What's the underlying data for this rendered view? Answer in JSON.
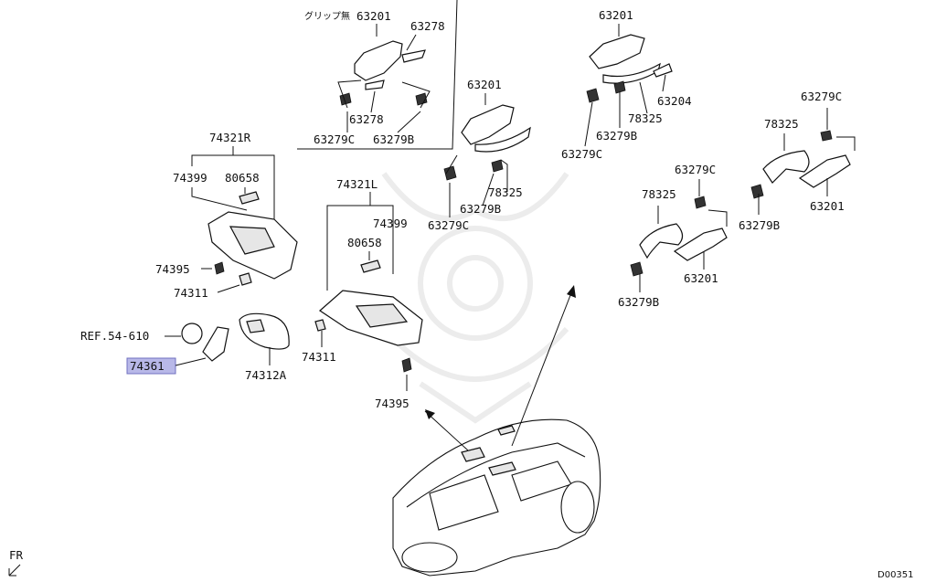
{
  "labels": {
    "grip_note": "グリップ無",
    "p63201_a": "63201",
    "p63278_a": "63278",
    "p63278_b": "63278",
    "p63279c_a": "63279C",
    "p63279b_a": "63279B",
    "p63201_b": "63201",
    "p63279c_b": "63279C",
    "p63279b_b": "63279B",
    "p78325_a": "78325",
    "p63201_c": "63201",
    "p63204": "63204",
    "p78325_b": "78325",
    "p63279b_c": "63279B",
    "p63279c_c": "63279C",
    "p63279c_d": "63279C",
    "p78325_c": "78325",
    "p63279b_d": "63279B",
    "p63201_d": "63201",
    "p63279c_e": "63279C",
    "p78325_d": "78325",
    "p63279b_e": "63279B",
    "p63201_e": "63201",
    "p74321r": "74321R",
    "p74399_a": "74399",
    "p80658_a": "80658",
    "p74395_a": "74395",
    "p74311_a": "74311",
    "ref": "REF.54-610",
    "p74361": "74361",
    "p74312a": "74312A",
    "p74321l": "74321L",
    "p74399_b": "74399",
    "p80658_b": "80658",
    "p74311_b": "74311",
    "p74395_b": "74395",
    "fr": "FR",
    "diagram_code": "D00351"
  },
  "colors": {
    "highlight_fill": "#b8b8e8",
    "highlight_border": "#7070c0",
    "line": "#111111",
    "watermark": "#eaeaea"
  }
}
